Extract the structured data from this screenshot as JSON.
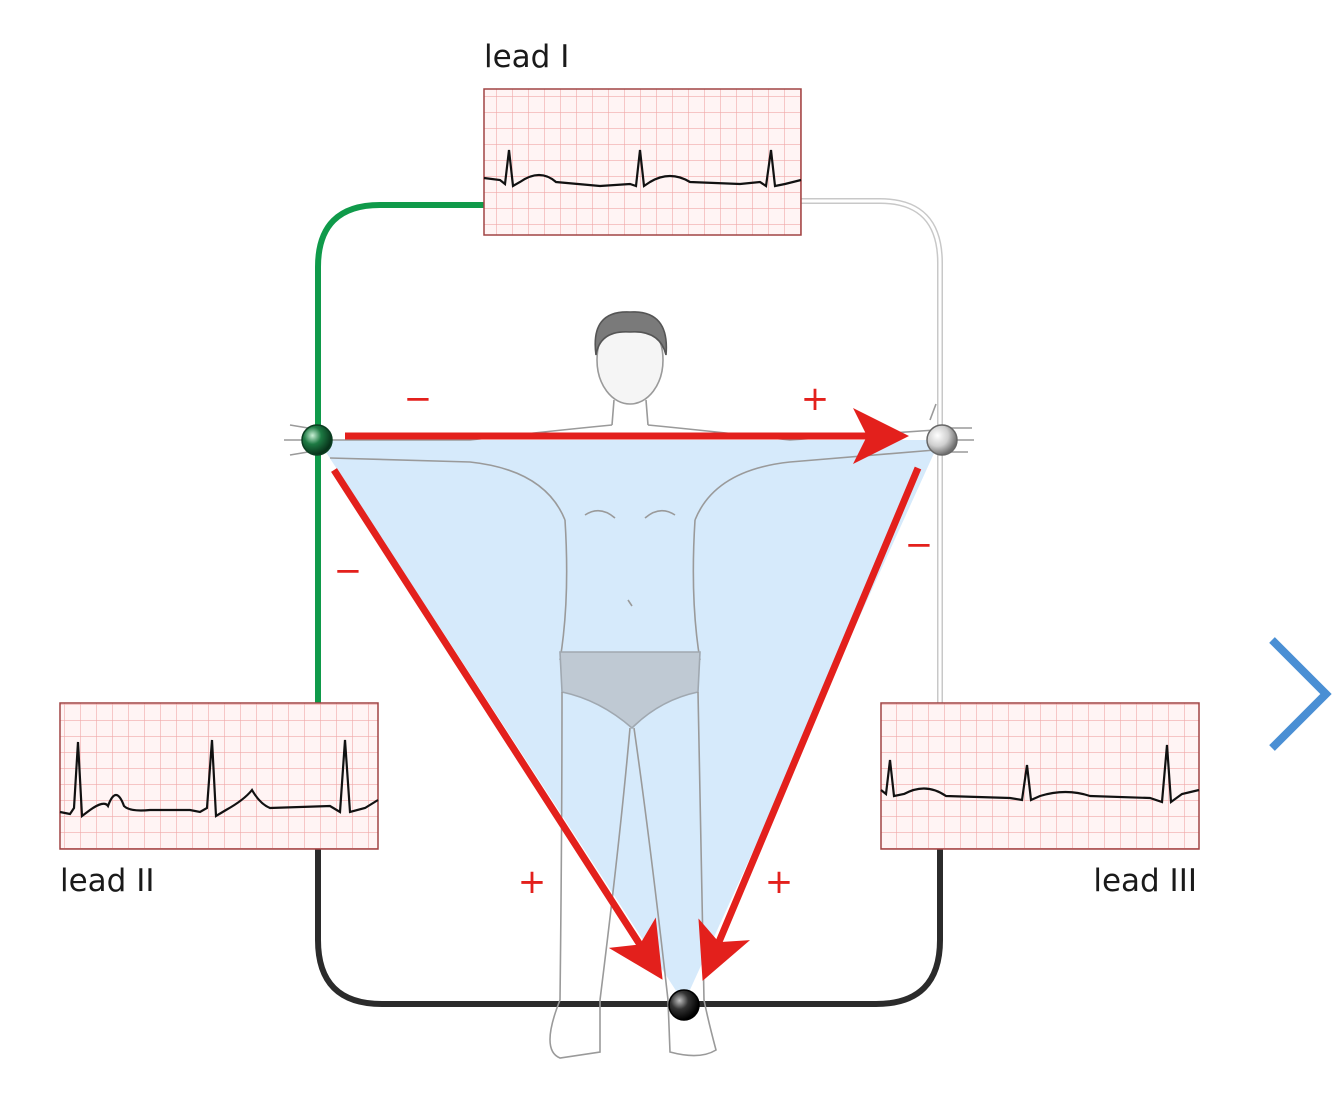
{
  "leads": {
    "lead1": {
      "label": "lead I"
    },
    "lead2": {
      "label": "lead II"
    },
    "lead3": {
      "label": "lead III"
    }
  },
  "signs": {
    "lead1_neg": "−",
    "lead1_pos": "+",
    "lead2_neg": "−",
    "lead2_pos": "+",
    "lead3_neg": "−",
    "lead3_pos": "+"
  },
  "colors": {
    "vector_arrow": "#e3201c",
    "triangle_fill": "#cfe6fa",
    "ecg_grid": "#f0a9a9",
    "ecg_paper": "#fff4f4",
    "wire_right_arm": "#0f9a4a",
    "wire_left_arm": "#d8d8d8",
    "wire_leg": "#2b2b2b",
    "next_chevron": "#4a8fd4"
  },
  "icons": {
    "next": "chevron-right-icon"
  }
}
